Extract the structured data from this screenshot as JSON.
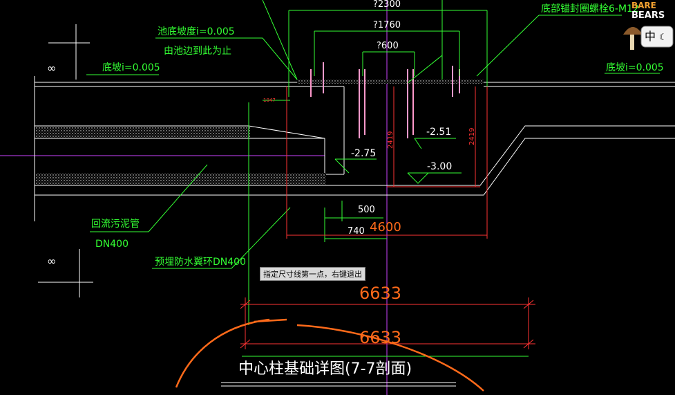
{
  "drawing": {
    "title": "中心柱基础详图(7-7剖面)",
    "dims": {
      "top": "?2300",
      "mid": "?1760",
      "inner": "?600",
      "d500": "500",
      "d740": "740",
      "d4600": "4600",
      "d6633_a": "6633",
      "d6633_b": "6633",
      "v2419_a": "2419",
      "v2419_b": "2419",
      "small": "1047"
    },
    "levels": {
      "l275": "-2.75",
      "l251": "-2.51",
      "l300": "-3.00"
    },
    "labels": {
      "slope_pool": "池底坡度i=0.005",
      "slope_note": "由池边到此为止",
      "slope_left": "底坡i=0.005",
      "slope_right": "底坡i=0.005",
      "bolt": "底部锚封圈螺栓6-M12",
      "return_pipe": "回流污泥管",
      "return_dn": "DN400",
      "waterproof": "预埋防水翼环DN400"
    },
    "command_tip": "指定尺寸线第一点，右键退出",
    "badge": {
      "brand_top": "BARE",
      "brand_bottom": "BEARS",
      "ime": "中"
    },
    "colors": {
      "background": "#000000",
      "green": "#33ff33",
      "white": "#ffffff",
      "orange": "#ff6a1a",
      "red": "#ff3333",
      "magenta": "#cc44ff",
      "pink": "#ff99cc"
    }
  }
}
